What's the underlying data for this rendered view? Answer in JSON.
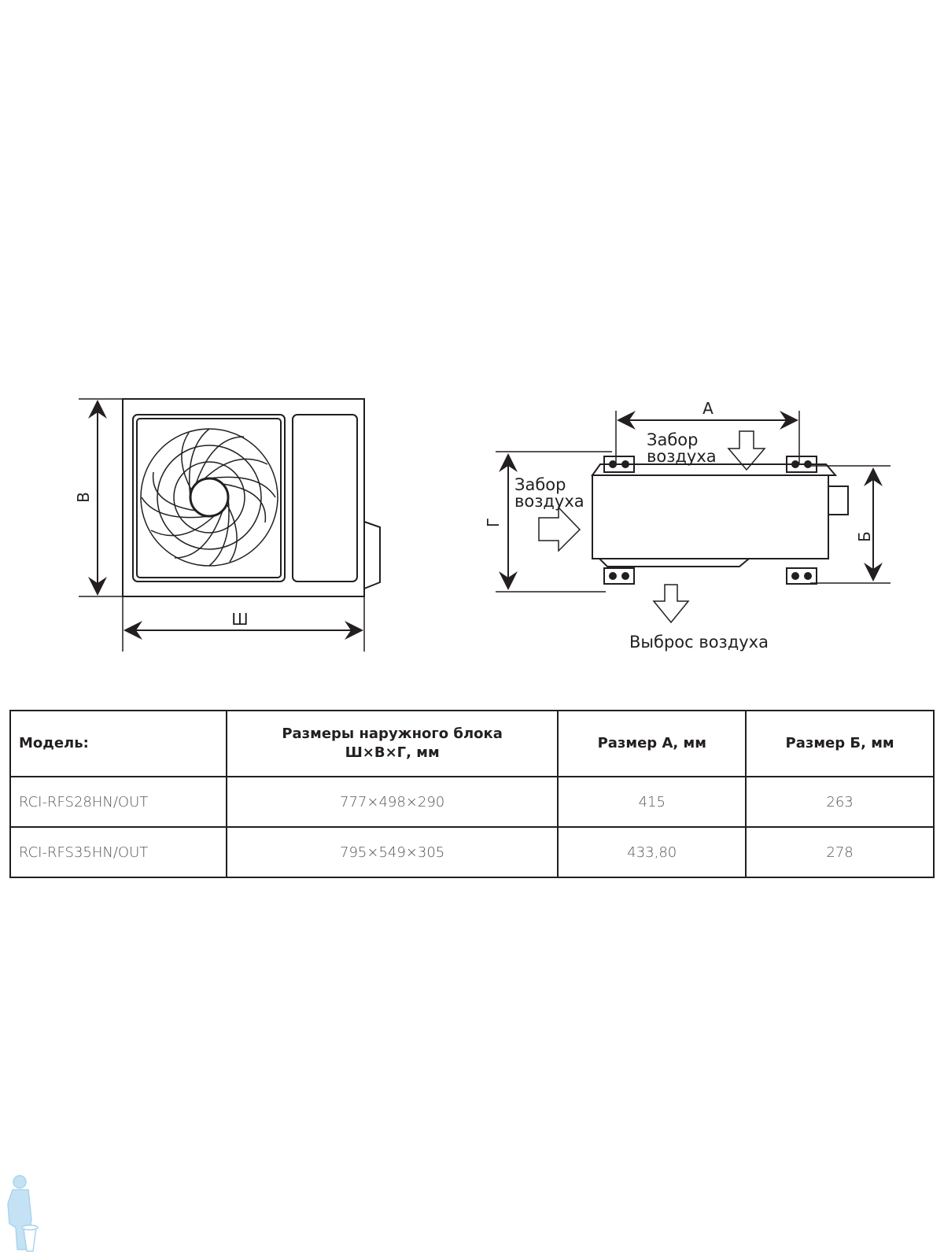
{
  "diagram": {
    "front_view": {
      "height_label": "В",
      "width_label": "Ш"
    },
    "top_view": {
      "dim_a_label": "А",
      "dim_b_label": "Б",
      "dim_depth_label": "Г",
      "intake_top_line1": "Забор",
      "intake_top_line2": "воздуха",
      "intake_left_line1": "Забор",
      "intake_left_line2": "воздуха",
      "exhaust_label": "Выброс воздуха"
    }
  },
  "table": {
    "headers": [
      "Модель:",
      "Размеры наружного блока",
      "Ш×В×Г, мм",
      "Размер А, мм",
      "Размер Б, мм"
    ],
    "rows": [
      {
        "model": "RCI-RFS28HN/OUT",
        "dims": "777×498×290",
        "a": "415",
        "b": "263"
      },
      {
        "model": "RCI-RFS35HN/OUT",
        "dims": "795×549×305",
        "a": "433,80",
        "b": "278"
      }
    ]
  },
  "colors": {
    "line": "#231f20",
    "logo": "#a9d4ee"
  }
}
